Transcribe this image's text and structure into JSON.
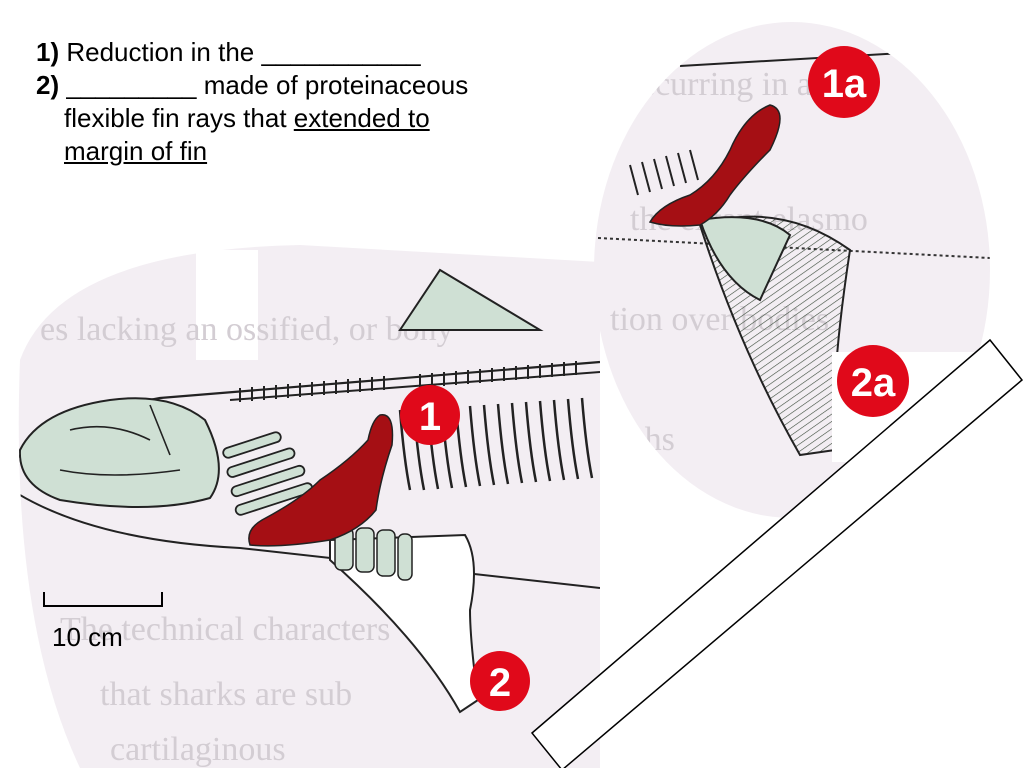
{
  "text": {
    "item1_num": "1)",
    "item1_text": " Reduction in the ",
    "item1_blank": "___________",
    "item2_num": "2)",
    "item2_blank": "_________",
    "item2_text": " made of proteinaceous",
    "item2_cont": "flexible fin rays that ",
    "item2_underline1": "extended to",
    "item2_underline2": "margin of fin"
  },
  "labels": {
    "badge_1": "1",
    "badge_2": "2",
    "badge_1a": "1a",
    "badge_2a": "2a",
    "scale": "10 cm"
  },
  "colors": {
    "badge_fill": "#e0091a",
    "highlight": "#a50f14",
    "bone_fill": "#cfe0d4",
    "page_bg": "#f3eef3"
  }
}
